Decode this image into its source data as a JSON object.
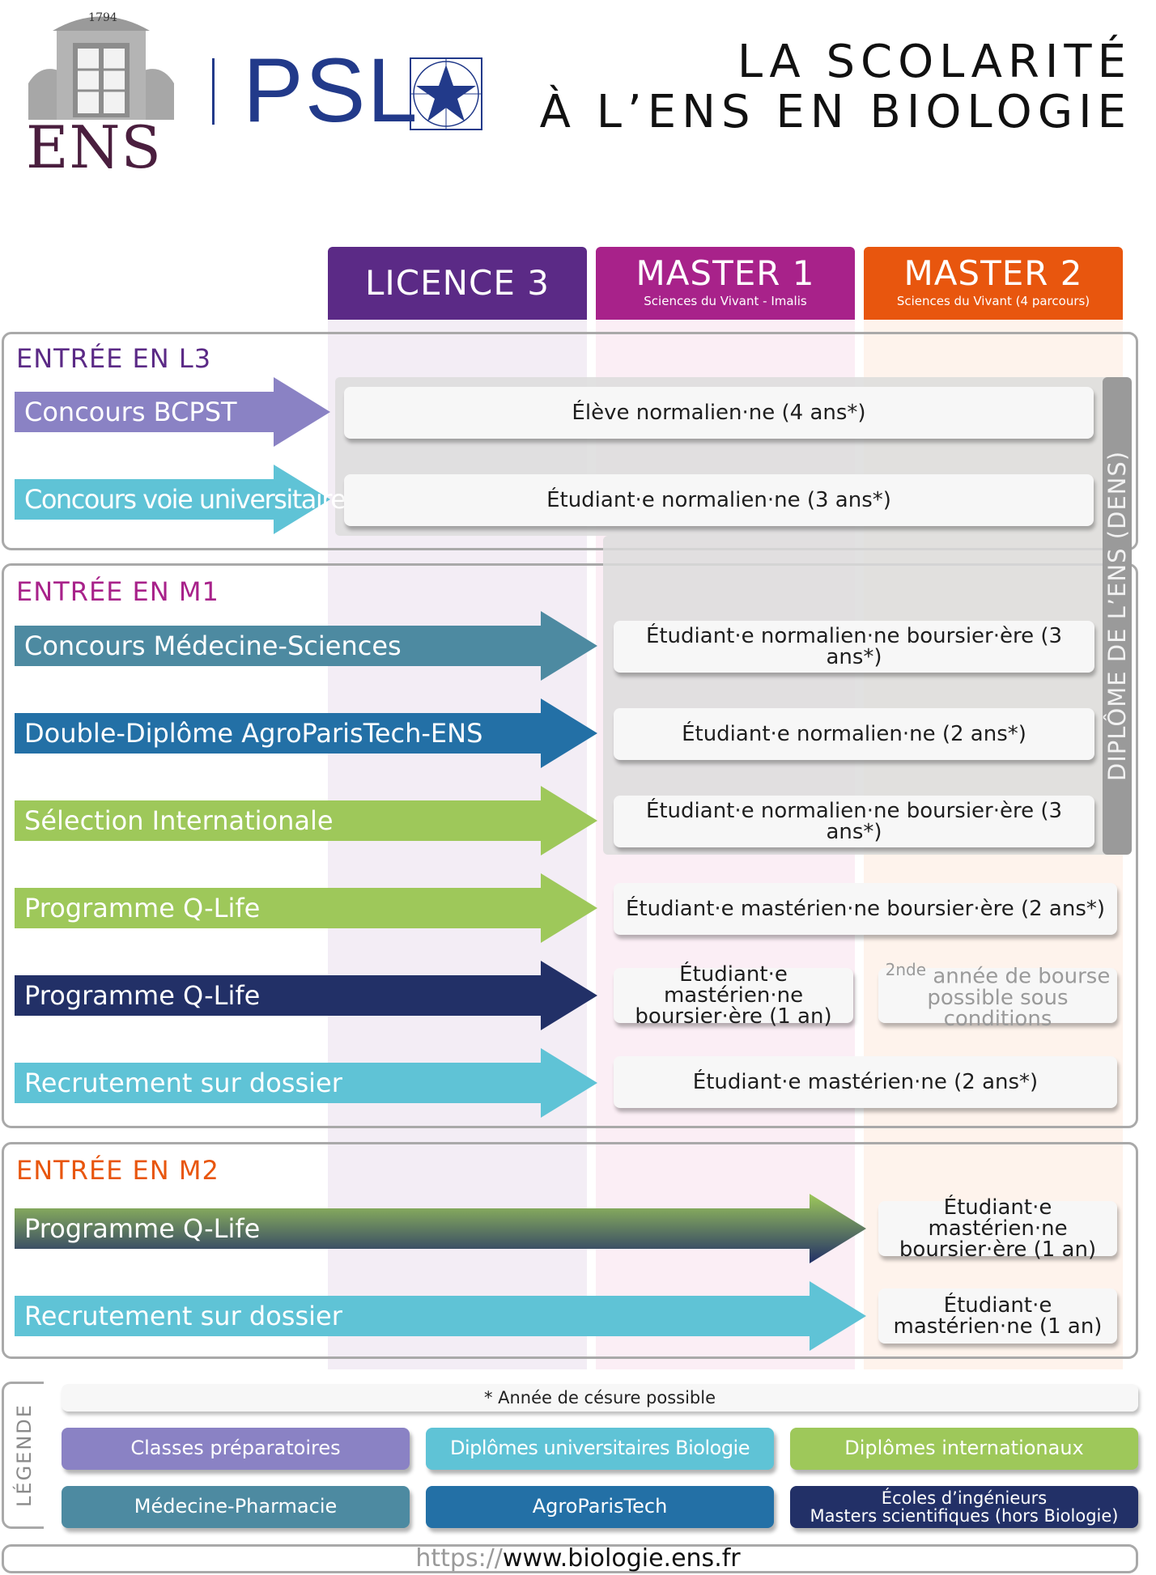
{
  "header": {
    "ens_year": "1794",
    "ens_logo_text": "ENS",
    "psl_logo_text": "PSL",
    "title_line1": "LA SCOLARITÉ",
    "title_line2": "À L’ENS EN BIOLOGIE"
  },
  "columns": [
    {
      "title": "LICENCE 3",
      "subtitle": "",
      "color": "#5b2a86"
    },
    {
      "title": "MASTER 1",
      "subtitle": "Sciences du Vivant - Imalis",
      "color": "#a8228a"
    },
    {
      "title": "MASTER 2",
      "subtitle": "Sciences du Vivant (4 parcours)",
      "color": "#e8560e"
    }
  ],
  "sections": {
    "l3": {
      "title": "ENTRÉE EN L3",
      "color": "#5b2a86",
      "rows": [
        {
          "label": "Concours BCPST",
          "box": "Élève normalien·ne (4 ans*)"
        },
        {
          "label": "Concours voie universitaire",
          "box": "Étudiant·e normalien·ne (3 ans*)"
        }
      ]
    },
    "m1": {
      "title": "ENTRÉE EN M1",
      "color": "#a8228a",
      "rows": [
        {
          "label": "Concours Médecine-Sciences",
          "box": "Étudiant·e normalien·ne boursier·ère (3 ans*)"
        },
        {
          "label": "Double-Diplôme AgroParisTech-ENS",
          "box": "Étudiant·e normalien·ne (2 ans*)"
        },
        {
          "label": "Sélection Internationale",
          "box": "Étudiant·e normalien·ne boursier·ère (3 ans*)"
        },
        {
          "label": "Programme Q-Life",
          "box": "Étudiant·e mastérien·ne boursier·ère (2 ans*)"
        },
        {
          "label": "Programme Q-Life",
          "box_line1": "Étudiant·e mastérien·ne",
          "box_line2": "boursier·ère (1 an)",
          "extra_sup": "2nde",
          "extra_line1": "année de bourse",
          "extra_line2": "possible sous conditions"
        },
        {
          "label": "Recrutement sur dossier",
          "box": "Étudiant·e mastérien·ne (2 ans*)"
        }
      ]
    },
    "m2": {
      "title": "ENTRÉE EN M2",
      "color": "#e8560e",
      "rows": [
        {
          "label": "Programme Q-Life",
          "box_line1": "Étudiant·e mastérien·ne",
          "box_line2": "boursier·ère (1 an)"
        },
        {
          "label": "Recrutement sur dossier",
          "box_line1": "Étudiant·e",
          "box_line2": "mastérien·ne (1 an)"
        }
      ]
    }
  },
  "dens_label": "DIPLÔME DE L’ENS (DENS)",
  "legend": {
    "title": "LÉGENDE",
    "note": "* Année de césure possible",
    "items": [
      {
        "label": "Classes préparatoires",
        "color": "#8a82c4"
      },
      {
        "label": "Diplômes universitaires Biologie",
        "color": "#5fc3d6"
      },
      {
        "label": "Diplômes internationaux",
        "color": "#9ec85a"
      },
      {
        "label": "Médecine-Pharmacie",
        "color": "#4d8aa1"
      },
      {
        "label": "AgroParisTech",
        "color": "#2370a6"
      },
      {
        "label_line1": "Écoles d’ingénieurs",
        "label_line2": "Masters scientifiques (hors Biologie)",
        "color": "#223067"
      }
    ]
  },
  "footer": {
    "url_prefix": "https://",
    "url_main": "www.biologie.ens.fr"
  }
}
